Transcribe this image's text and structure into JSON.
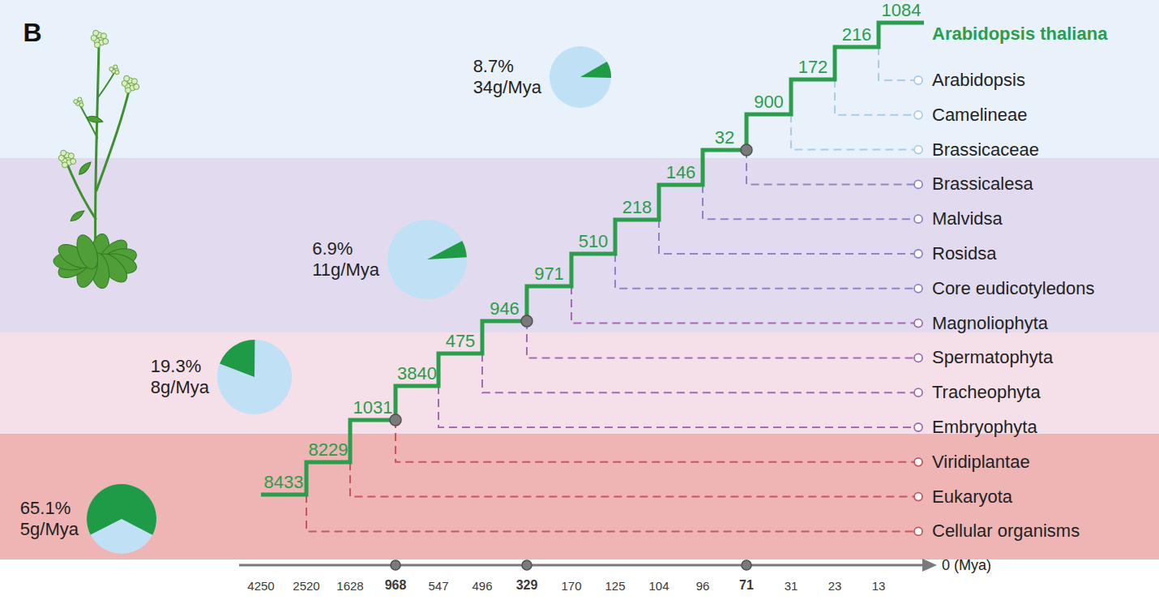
{
  "diagram": {
    "nodes": [
      {
        "text": [
          "8.7% 34g/Mya"
        ]
      },
      {
        "text": [
          "6.9% 11g/Mya"
        ]
      },
      {
        "text": [
          "19.3% 8g/Mya"
        ]
      },
      {
        "text": [
          "65.1% 5g/Mya"
        ]
      }
    ],
    "labels": [
      "B",
      "1084",
      "216",
      "172",
      "900",
      "32",
      "146",
      "218",
      "510",
      "971",
      "946",
      "475",
      "3840",
      "1031",
      "8229",
      "8433",
      "Arabidopsis thaliana",
      "Arabidopsis",
      "Camelineae",
      "Brassicaceae",
      "Brassicalesa",
      "Malvidsa",
      "Rosidsa",
      "Core eudicotyledons",
      "Magnoliophyta",
      "Spermatophyta",
      "Tracheophyta",
      "Embryophyta",
      "Viridiplantae",
      "Eukaryota",
      "Cellular organisms",
      "4250",
      "2520",
      "1628",
      "968",
      "547",
      "496",
      "329",
      "170",
      "125",
      "104",
      "96",
      "71",
      "31",
      "23",
      "13",
      "0 (Mya)"
    ]
  }
}
